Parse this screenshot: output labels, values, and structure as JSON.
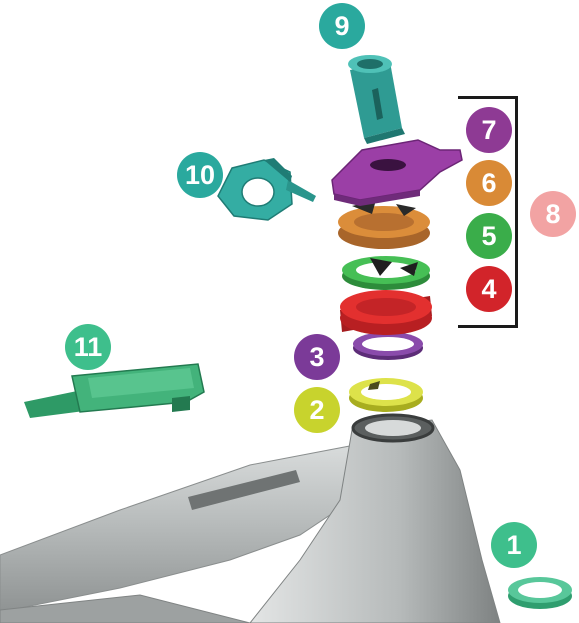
{
  "diagram": {
    "callouts": [
      {
        "id": "callout-1",
        "label": "1",
        "color": "#3ebf8c"
      },
      {
        "id": "callout-2",
        "label": "2",
        "color": "#c8d32d"
      },
      {
        "id": "callout-3",
        "label": "3",
        "color": "#7b3a98"
      },
      {
        "id": "callout-4",
        "label": "4",
        "color": "#d2242a"
      },
      {
        "id": "callout-5",
        "label": "5",
        "color": "#3aad4a"
      },
      {
        "id": "callout-6",
        "label": "6",
        "color": "#d98a36"
      },
      {
        "id": "callout-7",
        "label": "7",
        "color": "#8e3a94"
      },
      {
        "id": "callout-8",
        "label": "8",
        "color": "#f2a3a3"
      },
      {
        "id": "callout-9",
        "label": "9",
        "color": "#2aa99e"
      },
      {
        "id": "callout-10",
        "label": "10",
        "color": "#2aa99e"
      },
      {
        "id": "callout-11",
        "label": "11",
        "color": "#3ebf8c"
      }
    ],
    "part_colors": {
      "frame": "#b9bdbd",
      "spacer_1": "#4dbf8f",
      "ring_2": "#d7db3a",
      "ring_3": "#7e3f9c",
      "spacer_4": "#e02a2c",
      "spacer_5": "#3fb84f",
      "spacer_6": "#d98a36",
      "cap_7": "#9b3fa6",
      "expander_9": "#35aea4",
      "clamp_10": "#35aea4",
      "mount_11": "#3aaa75"
    }
  }
}
